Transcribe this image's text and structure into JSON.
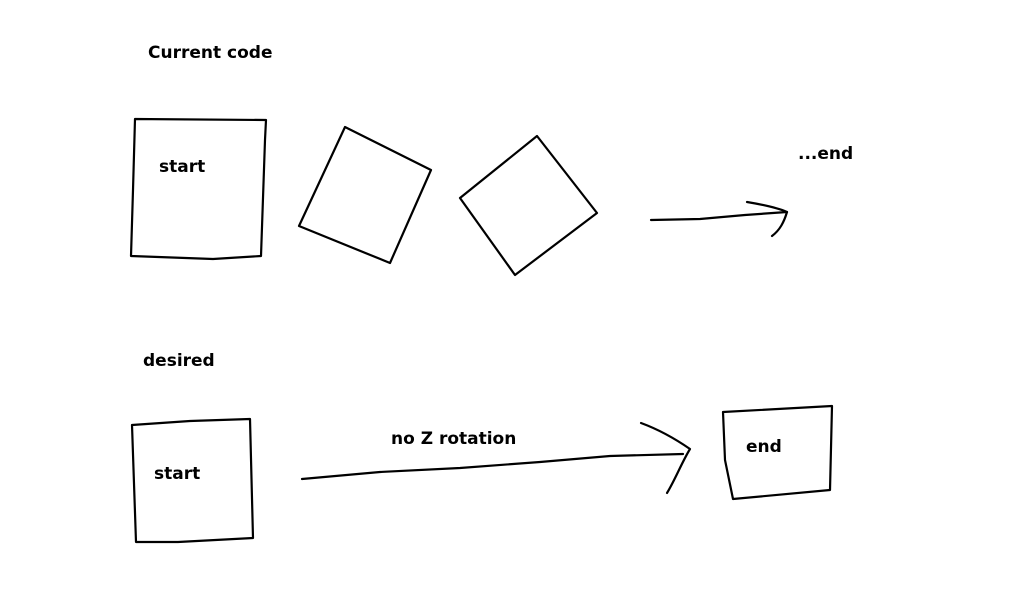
{
  "sections": {
    "current": {
      "title": "Current code",
      "start_label": "start",
      "end_label": "...end"
    },
    "desired": {
      "title": "desired",
      "start_label": "start",
      "arrow_label": "no Z rotation",
      "end_label": "end"
    }
  },
  "colors": {
    "ink": "#000000",
    "background": "#ffffff"
  }
}
